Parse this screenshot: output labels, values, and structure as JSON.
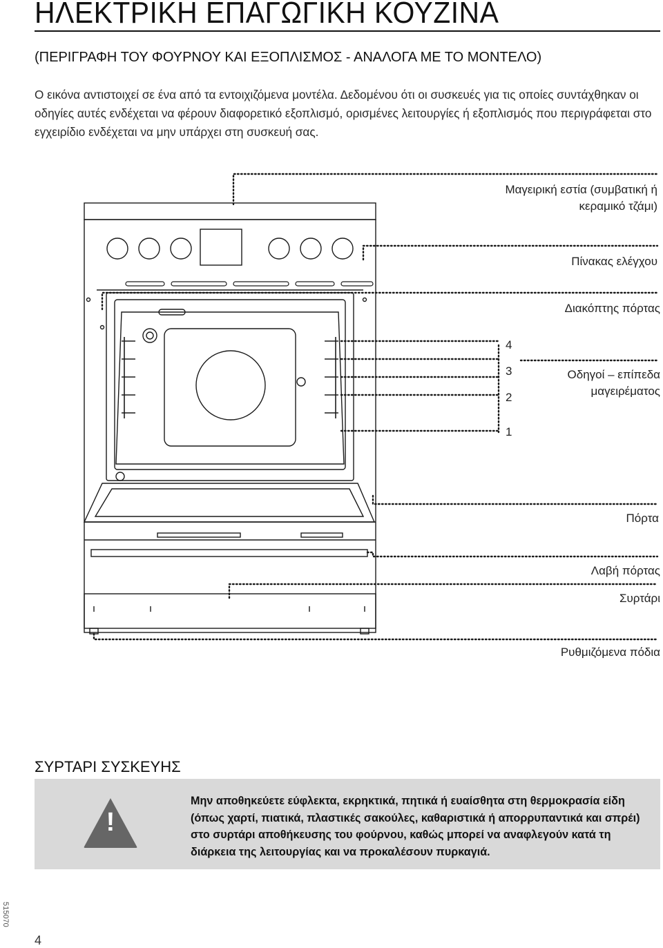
{
  "header": {
    "title": "ΗΛΕΚΤΡΙΚΗ ΕΠΑΓΩΓΙΚΗ ΚΟΥΖΙΝΑ",
    "subtitle": "(ΠΕΡΙΓΡΑΦΗ ΤΟΥ ΦΟΥΡΝΟΥ ΚΑΙ ΕΞΟΠΛΙΣΜΟΣ - ΑΝΑΛΟΓΑ ΜΕ ΤΟ ΜΟΝΤΕΛΟ)"
  },
  "intro": "Ο εικόνα αντιστοιχεί σε ένα από τα εντοιχιζόμενα μοντέλα. Δεδομένου ότι οι συσκευές για τις οποίες συντάχθηκαν οι οδηγίες αυτές ενδέχεται να φέρουν διαφορετικό εξοπλισμό, ορισμένες λειτουργίες ή εξοπλισμός που περιγράφεται στο εγχειρίδιο ενδέχεται να μην υπάρχει στη συσκευή σας.",
  "diagram": {
    "labels": {
      "hob_line1": "Μαγειρική εστία (συμβατική ή",
      "hob_line2": "κεραμικό τζάμι)",
      "control_panel": "Πίνακας ελέγχου",
      "door_switch": "Διακόπτης πόρτας",
      "guides_line1": "Οδηγοί – επίπεδα",
      "guides_line2": "μαγειρέματος",
      "door": "Πόρτα",
      "door_handle": "Λαβή πόρτας",
      "drawer": "Συρτάρι",
      "feet": "Ρυθμιζόμενα πόδια"
    },
    "levels": [
      "4",
      "3",
      "2",
      "1"
    ]
  },
  "drawer_section": {
    "title": "ΣΥΡΤΑΡΙ ΣΥΣΚΕΥΗΣ",
    "warning_icon": "warning-triangle-icon",
    "warning_symbol": "!",
    "warning_text": "Μην αποθηκεύετε εύφλεκτα, εκρηκτικά, πητικά ή ευαίσθητα στη θερμοκρασία είδη (όπως χαρτί, πιατικά, πλαστικές σακούλες, καθαριστικά ή απορρυπαντικά και σπρέι) στο συρτάρι αποθήκευσης του φούρνου, καθώς μπορεί να αναφλεγούν κατά τη διάρκεια της λειτουργίας και να προκαλέσουν πυρκαγιά."
  },
  "footer": {
    "doc_code": "515070",
    "page_number": "4"
  },
  "colors": {
    "warning_box": "#d9d9d9",
    "warning_icon": "#666666"
  }
}
